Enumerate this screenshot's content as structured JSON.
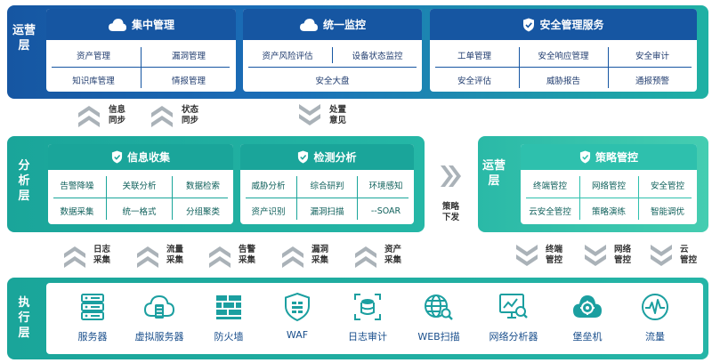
{
  "colors": {
    "navy": "#1656a2",
    "teal": "#1aa59a",
    "mint": "#3fc8ad",
    "chevron": "#aab2b8",
    "icon": "#1b9fa0"
  },
  "top": {
    "label": "运营\n层",
    "panels": [
      {
        "title": "集中管理",
        "icon": "cloud-icon",
        "cells": [
          "资产管理",
          "漏洞管理",
          "知识库管理",
          "情报管理"
        ]
      },
      {
        "title": "统一监控",
        "icon": "cloud-icon",
        "cells": [
          "资产风险评估",
          "设备状态监控",
          "安全大盘"
        ]
      },
      {
        "title": "安全管理服务",
        "icon": "shield-icon",
        "cells": [
          "工单管理",
          "安全响应管理",
          "安全审计",
          "安全评估",
          "威胁报告",
          "通报预警"
        ]
      }
    ]
  },
  "up_arrows": [
    {
      "label": "信息\n同步"
    },
    {
      "label": "状态\n同步"
    }
  ],
  "down_arrow_top": {
    "label": "处置\n意见"
  },
  "middle": {
    "label": "分\n析\n层",
    "panels": [
      {
        "title": "信息收集",
        "icon": "shield-icon",
        "cells": [
          "告警降噪",
          "关联分析",
          "数据检索",
          "数据采集",
          "统一格式",
          "分组聚类"
        ]
      },
      {
        "title": "检测分析",
        "icon": "shield-icon",
        "cells": [
          "威胁分析",
          "综合研判",
          "环境感知",
          "资产识别",
          "漏洞扫描",
          "--SOAR"
        ]
      }
    ],
    "side_arrow": {
      "label": "策略\n下发"
    }
  },
  "right": {
    "label": "运营\n层",
    "panel": {
      "title": "策略管控",
      "icon": "shield-icon",
      "cells": [
        "终端管控",
        "网络管控",
        "安全管控",
        "云安全管控",
        "策略演练",
        "智能调优"
      ]
    }
  },
  "collect_arrows": [
    {
      "label": "日志\n采集"
    },
    {
      "label": "流量\n采集"
    },
    {
      "label": "告警\n采集"
    },
    {
      "label": "漏洞\n采集"
    },
    {
      "label": "资产\n采集"
    }
  ],
  "control_arrows": [
    {
      "label": "终端\n管控"
    },
    {
      "label": "网络\n管控"
    },
    {
      "label": "云\n管控"
    }
  ],
  "exec": {
    "label": "执\n行\n层",
    "items": [
      {
        "label": "服务器",
        "icon": "server-icon"
      },
      {
        "label": "虚拟服务器",
        "icon": "virtual-server-icon"
      },
      {
        "label": "防火墙",
        "icon": "firewall-icon"
      },
      {
        "label": "WAF",
        "icon": "waf-shield-icon"
      },
      {
        "label": "日志审计",
        "icon": "log-audit-icon"
      },
      {
        "label": "WEB扫描",
        "icon": "web-scan-icon"
      },
      {
        "label": "网络分析器",
        "icon": "network-analyzer-icon"
      },
      {
        "label": "堡垒机",
        "icon": "bastion-icon"
      },
      {
        "label": "流量",
        "icon": "traffic-icon"
      }
    ]
  }
}
